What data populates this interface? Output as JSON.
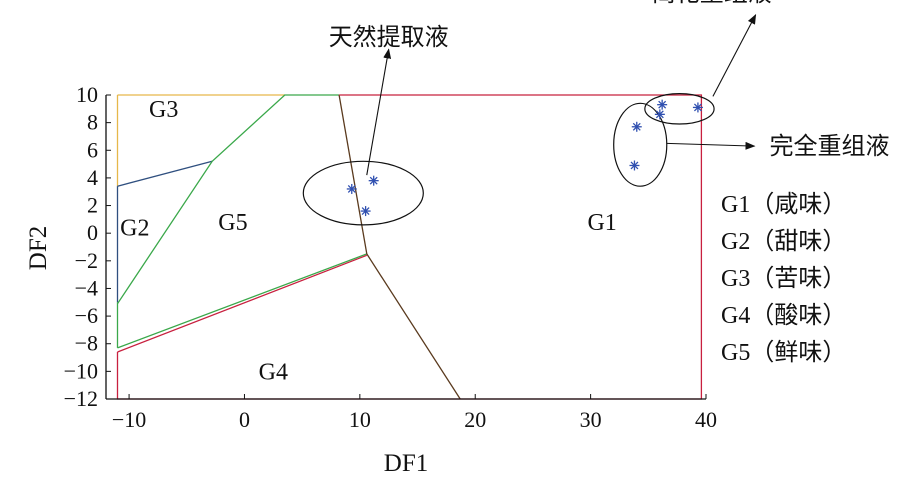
{
  "chart_data": {
    "type": "scatter",
    "title": "",
    "xlabel": "DF1",
    "ylabel": "DF2",
    "xlim": [
      -12,
      40
    ],
    "ylim": [
      -12,
      10
    ],
    "xticks": [
      -10,
      0,
      10,
      20,
      30,
      40
    ],
    "yticks": [
      10,
      8,
      6,
      4,
      2,
      0,
      -2,
      -4,
      -6,
      -8,
      -10,
      -12
    ],
    "grid": false,
    "regions": [
      {
        "name": "G1",
        "x": 31,
        "y": 0.8
      },
      {
        "name": "G2",
        "x": -9.5,
        "y": 0.4
      },
      {
        "name": "G3",
        "x": -7,
        "y": 9
      },
      {
        "name": "G4",
        "x": 2.5,
        "y": -10
      },
      {
        "name": "G5",
        "x": -1,
        "y": 0.8
      }
    ],
    "boundaries": [
      {
        "color": "#e6b84a",
        "points": [
          [
            -11,
            10
          ],
          [
            3.5,
            10
          ]
        ]
      },
      {
        "color": "#e6b84a",
        "points": [
          [
            -11,
            10
          ],
          [
            -11,
            3.4
          ]
        ]
      },
      {
        "color": "#2f4f7f",
        "points": [
          [
            -11,
            3.4
          ],
          [
            -2.8,
            5.2
          ]
        ]
      },
      {
        "color": "#2f4f7f",
        "points": [
          [
            -11,
            3.4
          ],
          [
            -11,
            -5
          ]
        ]
      },
      {
        "color": "#3aa84a",
        "points": [
          [
            -11,
            -5.1
          ],
          [
            -2.8,
            5.2
          ],
          [
            3.5,
            10
          ],
          [
            8.2,
            10
          ]
        ]
      },
      {
        "color": "#3aa84a",
        "points": [
          [
            -11,
            -8.3
          ],
          [
            10.6,
            -1.5
          ]
        ]
      },
      {
        "color": "#3aa84a",
        "points": [
          [
            -11,
            -5
          ],
          [
            -11,
            -8.3
          ]
        ]
      },
      {
        "color": "#5a3a1e",
        "points": [
          [
            8.2,
            10
          ],
          [
            10.6,
            -1.5
          ],
          [
            18.7,
            -12
          ]
        ]
      },
      {
        "color": "#c8203f",
        "points": [
          [
            -11,
            -8.6
          ],
          [
            10.6,
            -1.6
          ]
        ]
      },
      {
        "color": "#c8203f",
        "points": [
          [
            8.2,
            10
          ],
          [
            39.6,
            10
          ],
          [
            39.6,
            -12
          ],
          [
            -11,
            -12
          ],
          [
            -11,
            -8.6
          ]
        ]
      }
    ],
    "series": [
      {
        "name": "天然提取液",
        "points": [
          [
            9.3,
            3.2
          ],
          [
            11.2,
            3.8
          ],
          [
            10.5,
            1.6
          ]
        ]
      },
      {
        "name": "完全重组液",
        "points": [
          [
            34.0,
            7.7
          ],
          [
            33.8,
            4.9
          ]
        ]
      },
      {
        "name": "简化重组液",
        "points": [
          [
            36.2,
            9.3
          ],
          [
            36.0,
            8.6
          ],
          [
            39.3,
            9.1
          ]
        ]
      }
    ],
    "ellipses": [
      {
        "cx": 10.3,
        "cy": 2.9,
        "rx": 5.2,
        "ry": 2.3
      },
      {
        "cx": 34.3,
        "cy": 6.4,
        "rx": 2.3,
        "ry": 3.0
      },
      {
        "cx": 37.7,
        "cy": 9.0,
        "rx": 3.0,
        "ry": 1.1
      }
    ],
    "annotations": [
      {
        "text": "天然提取液",
        "x": 12.5,
        "y": 14.2
      },
      {
        "text": "简化重组液",
        "x": 40.5,
        "y": 17.4
      },
      {
        "text": "完全重组液",
        "x": 45.5,
        "y": 6.3
      }
    ],
    "legend": {
      "placement": "right",
      "entries": [
        "G1（咸味）",
        "G2（甜味）",
        "G3（苦味）",
        "G4（酸味）",
        "G5（鲜味）"
      ]
    },
    "marker_color": "#3050b0"
  }
}
